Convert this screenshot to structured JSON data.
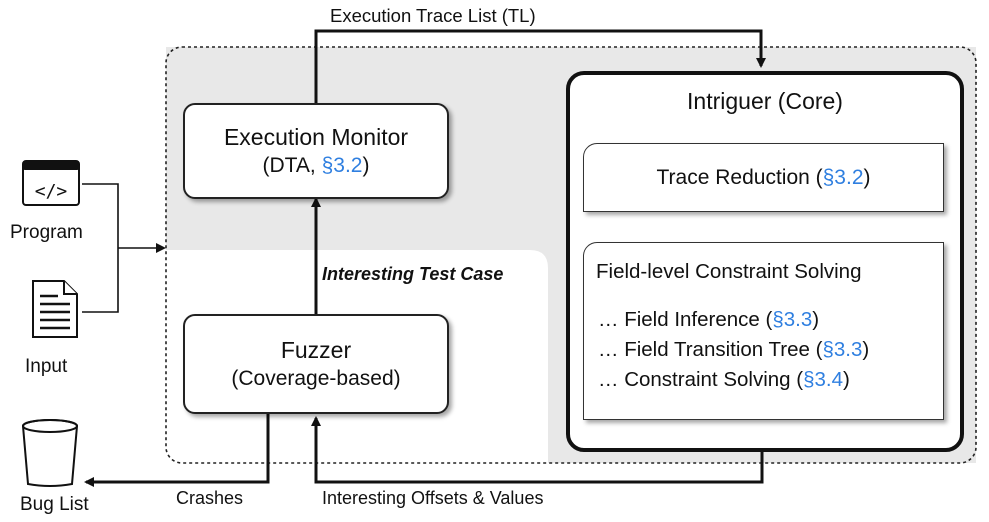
{
  "edges": {
    "execution_trace_list": "Execution Trace List (TL)",
    "interesting_test_case": "Interesting Test Case",
    "crashes": "Crashes",
    "interesting_offsets_values": "Interesting Offsets & Values"
  },
  "inputs": {
    "program": "Program",
    "input": "Input",
    "program_icon_glyph": "</>"
  },
  "outputs": {
    "bug_list": "Bug List"
  },
  "execution_monitor": {
    "title": "Execution Monitor",
    "sub_prefix": "(DTA, ",
    "ref": "§3.2",
    "sub_suffix": ")"
  },
  "fuzzer": {
    "title": "Fuzzer",
    "sub": "(Coverage-based)"
  },
  "intriguer": {
    "title": "Intriguer (Core)",
    "trace_reduction": {
      "label": "Trace Reduction (",
      "ref": "§3.2",
      "suffix": ")"
    },
    "field_solving": {
      "title": "Field-level Constraint Solving",
      "items": [
        {
          "label": "… Field Inference (",
          "ref": "§3.3",
          "suffix": ")"
        },
        {
          "label": "… Field Transition Tree (",
          "ref": "§3.3",
          "suffix": ")"
        },
        {
          "label": "… Constraint Solving (",
          "ref": "§3.4",
          "suffix": ")"
        }
      ]
    }
  },
  "colors": {
    "reference": "#2f7fe0",
    "region": "#e8e8e8",
    "line": "#111111"
  },
  "icons": [
    "code-document-icon",
    "text-document-icon",
    "trash-bin-icon"
  ]
}
